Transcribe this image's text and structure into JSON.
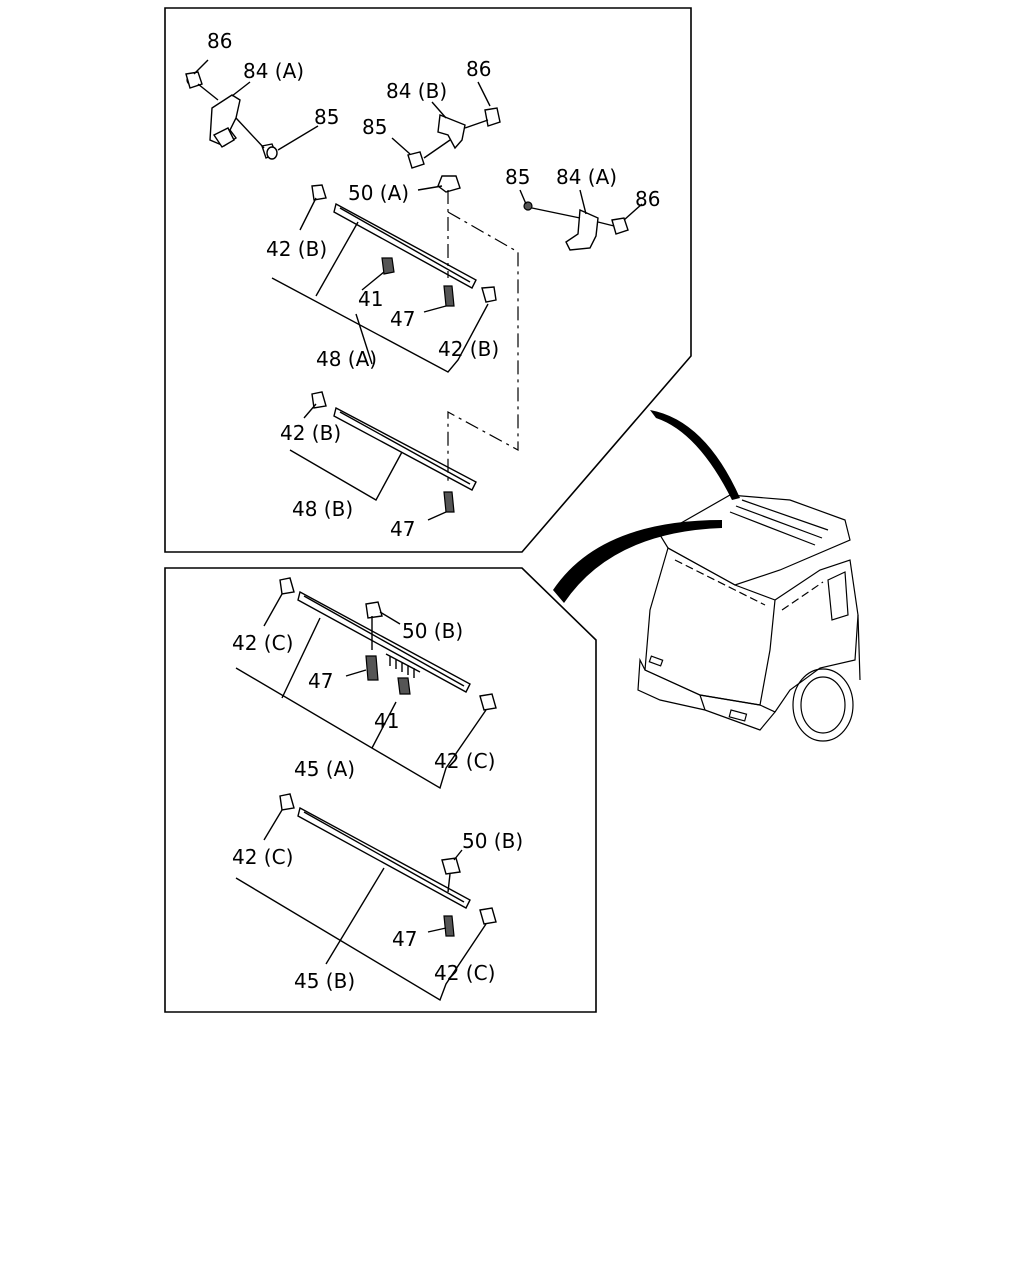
{
  "callouts": {
    "p86_a": "86",
    "p84a_a": "84 (A)",
    "p85_a": "85",
    "p84b": "84 (B)",
    "p86_b": "86",
    "p85_b": "85",
    "p50a": "50 (A)",
    "p85_c": "85",
    "p84a_b": "84 (A)",
    "p86_c": "86",
    "p42b_a": "42 (B)",
    "p41_a": "41",
    "p47_a": "47",
    "p42b_b": "42 (B)",
    "p48a": "48 (A)",
    "p42b_c": "42 (B)",
    "p48b": "48 (B)",
    "p47_b": "47",
    "p42c_a": "42 (C)",
    "p50b_a": "50 (B)",
    "p47_c": "47",
    "p41_b": "41",
    "p42c_b": "42 (C)",
    "p45a": "45 (A)",
    "p50b_b": "50 (B)",
    "p42c_c": "42 (C)",
    "p47_d": "47",
    "p42c_d": "42 (C)",
    "p45b": "45 (B)"
  }
}
